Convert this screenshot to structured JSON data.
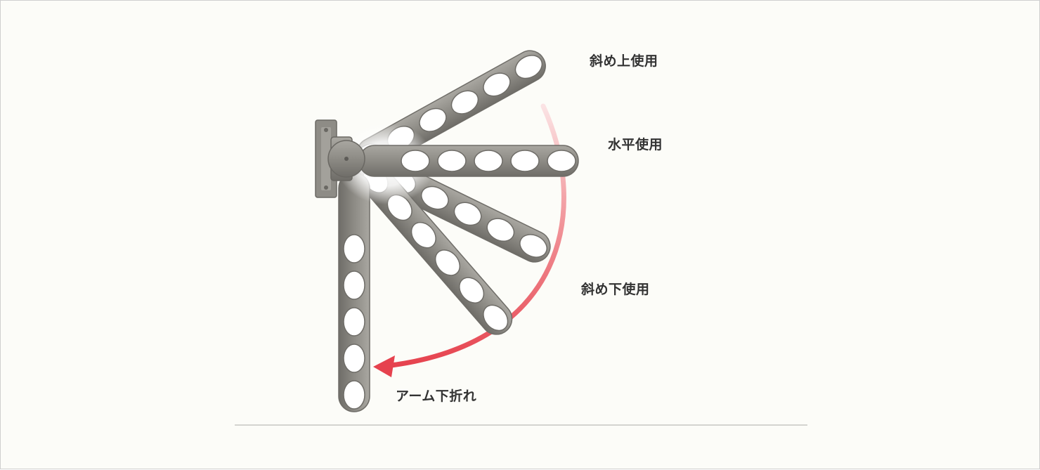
{
  "labels": {
    "upper": "斜め上使用",
    "horizontal": "水平使用",
    "lower": "斜め下使用",
    "fold": "アーム下折れ"
  },
  "colors": {
    "arm": "#8d8b85",
    "arm_dark": "#6f6d68",
    "hole": "#ffffff",
    "arrow": "#e8525c",
    "arrow_light": "#f6c3c5",
    "text": "#333333",
    "divider": "#d4d4d0",
    "background": "#fcfcf8"
  }
}
